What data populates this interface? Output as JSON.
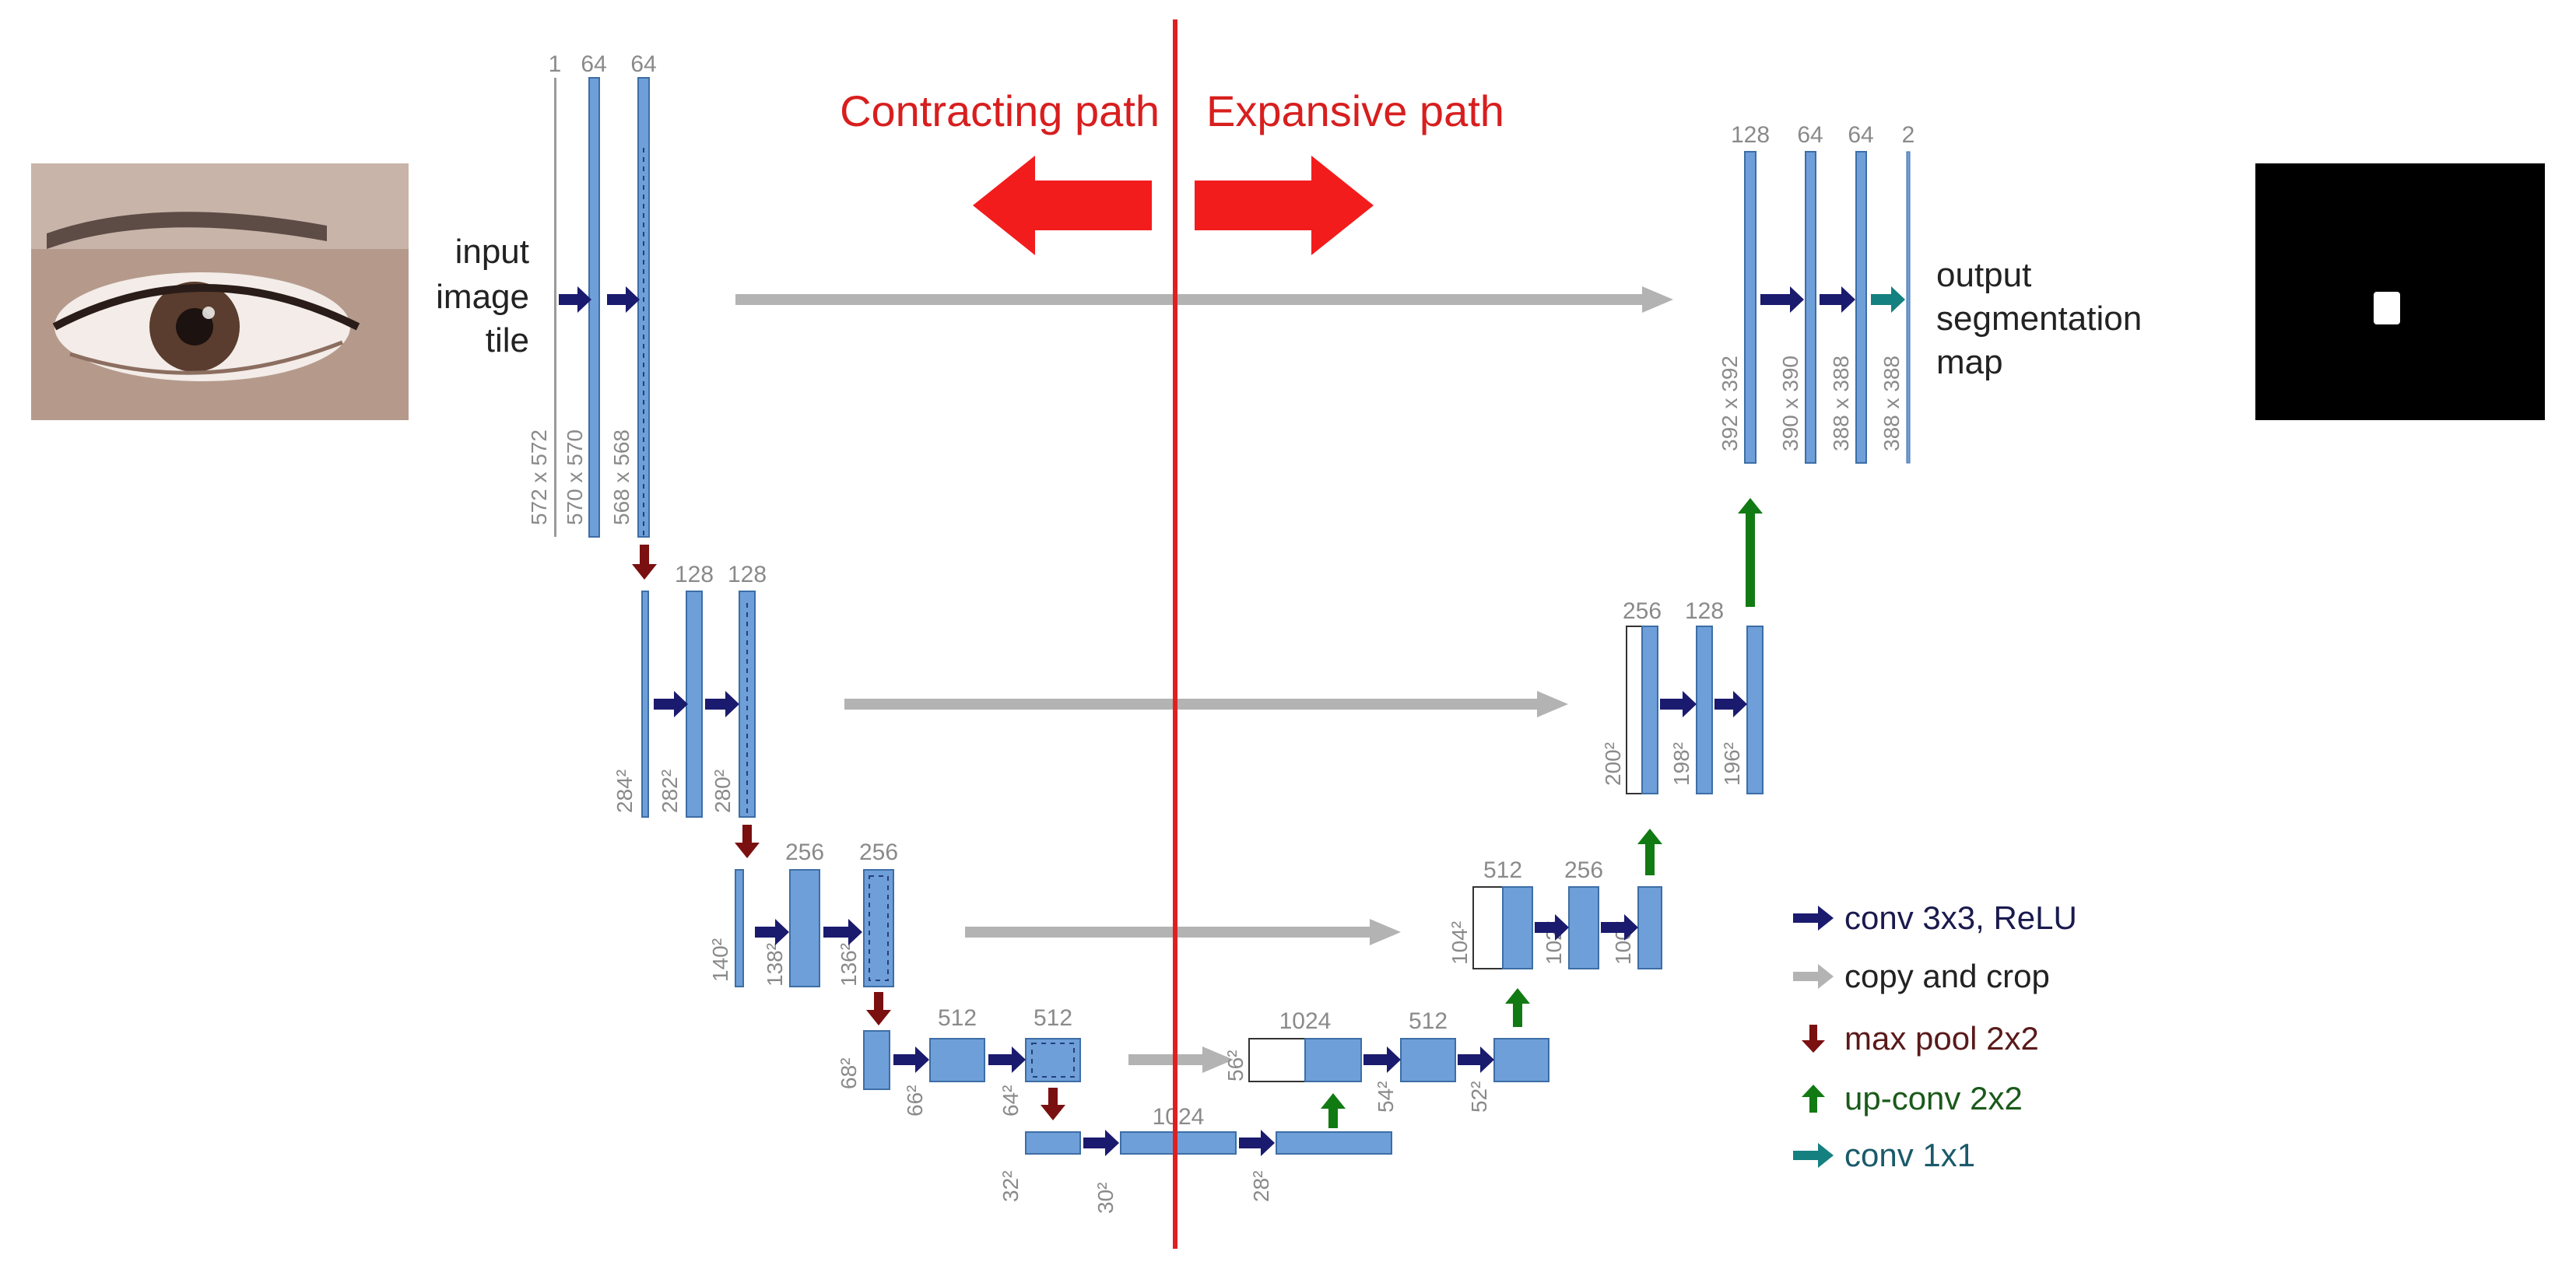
{
  "paths": {
    "contracting": "Contracting path",
    "expansive": "Expansive path"
  },
  "input_label": [
    "input",
    "image",
    "tile"
  ],
  "output_label": [
    "output",
    "segmentation",
    "map"
  ],
  "level1": {
    "left_channels": [
      "1",
      "64",
      "64"
    ],
    "left_sizes": [
      "572 x 572",
      "570 x 570",
      "568 x 568"
    ],
    "right_channels": [
      "128",
      "64",
      "64",
      "2"
    ],
    "right_sizes": [
      "392 x 392",
      "390 x 390",
      "388 x 388",
      "388 x 388"
    ]
  },
  "level2": {
    "left_channels": [
      "128",
      "128"
    ],
    "left_sizes": [
      "284²",
      "282²",
      "280²"
    ],
    "right_channels": [
      "256",
      "128"
    ],
    "right_sizes": [
      "200²",
      "198²",
      "196²"
    ]
  },
  "level3": {
    "left_channels": [
      "256",
      "256"
    ],
    "left_sizes": [
      "140²",
      "138²",
      "136²"
    ],
    "right_channels": [
      "512",
      "256"
    ],
    "right_sizes": [
      "104²",
      "102²",
      "100²"
    ]
  },
  "level4": {
    "left_channels": [
      "512",
      "512"
    ],
    "left_sizes": [
      "68²",
      "66²",
      "64²"
    ],
    "right_channels": [
      "1024",
      "512"
    ],
    "right_sizes": [
      "56²",
      "54²",
      "52²"
    ]
  },
  "bottom": {
    "channels": [
      "1024"
    ],
    "sizes": [
      "32²",
      "30²",
      "28²"
    ]
  },
  "legend": [
    {
      "icon": "conv-arrow-icon",
      "color": "#1a1a6e",
      "text": "conv 3x3, ReLU",
      "text_color": "#1a1a4e"
    },
    {
      "icon": "copy-arrow-icon",
      "color": "#b3b3b3",
      "text": "copy and crop",
      "text_color": "#222222"
    },
    {
      "icon": "maxpool-arrow-icon",
      "color": "#7a1010",
      "text": "max pool 2x2",
      "text_color": "#5a1a1a"
    },
    {
      "icon": "upconv-arrow-icon",
      "color": "#127a12",
      "text": "up-conv 2x2",
      "text_color": "#1a5a1a"
    },
    {
      "icon": "conv1x1-arrow-icon",
      "color": "#158080",
      "text": "conv 1x1",
      "text_color": "#1a5a6a"
    }
  ],
  "colors": {
    "feature_map": "#6f9fd8",
    "feature_edge": "#3d6ea6",
    "divider": "#e02020",
    "label_gray": "#8a8a8a"
  }
}
